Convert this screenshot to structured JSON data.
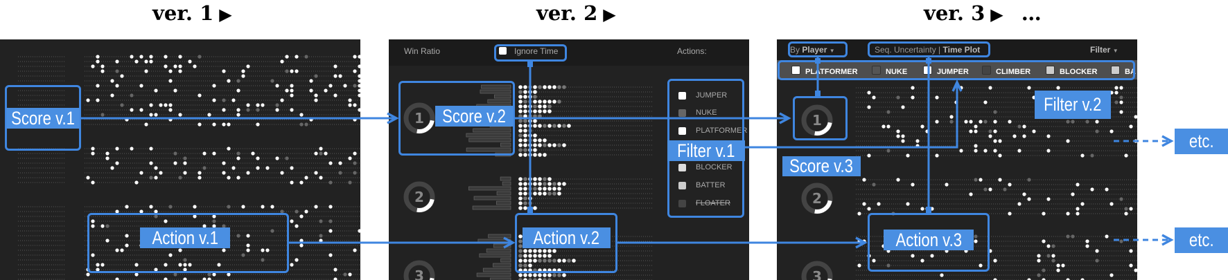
{
  "headings": [
    {
      "text": "ver. 1",
      "arrow": "▶",
      "suffix": ""
    },
    {
      "text": "ver. 2",
      "arrow": "▶",
      "suffix": ""
    },
    {
      "text": "ver. 3",
      "arrow": "▶",
      "suffix": "…"
    }
  ],
  "panel2": {
    "win_ratio": "Win Ratio",
    "ignore_time": "Ignore Time",
    "actions_label": "Actions:",
    "actions": [
      {
        "label": "JUMPER",
        "color": "#ffffff",
        "struck": false
      },
      {
        "label": "NUKE",
        "color": "#666666",
        "struck": false
      },
      {
        "label": "PLATFORMER",
        "color": "#ffffff",
        "struck": false
      },
      {
        "label": "BLOCKER",
        "color": "#dddddd",
        "struck": false
      },
      {
        "label": "BATTER",
        "color": "#cccccc",
        "struck": false
      },
      {
        "label": "FLOATER",
        "color": "#444444",
        "struck": true
      }
    ],
    "ranks": [
      "1",
      "2",
      "3"
    ]
  },
  "panel3": {
    "group_by_prefix": "By",
    "group_by_value": "Player",
    "view_prefix": "Seq. Uncertainty |",
    "view_value": "Time Plot",
    "filter_menu": "Filter",
    "filters": [
      {
        "label": "PLATFORMER",
        "color": "#ffffff"
      },
      {
        "label": "NUKE",
        "color": "#555555"
      },
      {
        "label": "JUMPER",
        "color": "#ffffff"
      },
      {
        "label": "CLIMBER",
        "color": "#444444"
      },
      {
        "label": "BLOCKER",
        "color": "#cccccc"
      },
      {
        "label": "BA",
        "color": "#cccccc"
      }
    ],
    "ranks": [
      "1",
      "2",
      "3"
    ]
  },
  "annotations": {
    "score_v1": "Score v.1",
    "action_v1": "Action v.1",
    "score_v2": "Score v.2",
    "action_v2": "Action v.2",
    "filter_v1": "Filter v.1",
    "score_v3": "Score v.3",
    "action_v3": "Action v.3",
    "filter_v2": "Filter v.2",
    "etc": "etc."
  },
  "colors": {
    "annotation_blue": "#3f86e0",
    "label_blue": "#4a8fe2",
    "panel_bg": "#222222"
  }
}
